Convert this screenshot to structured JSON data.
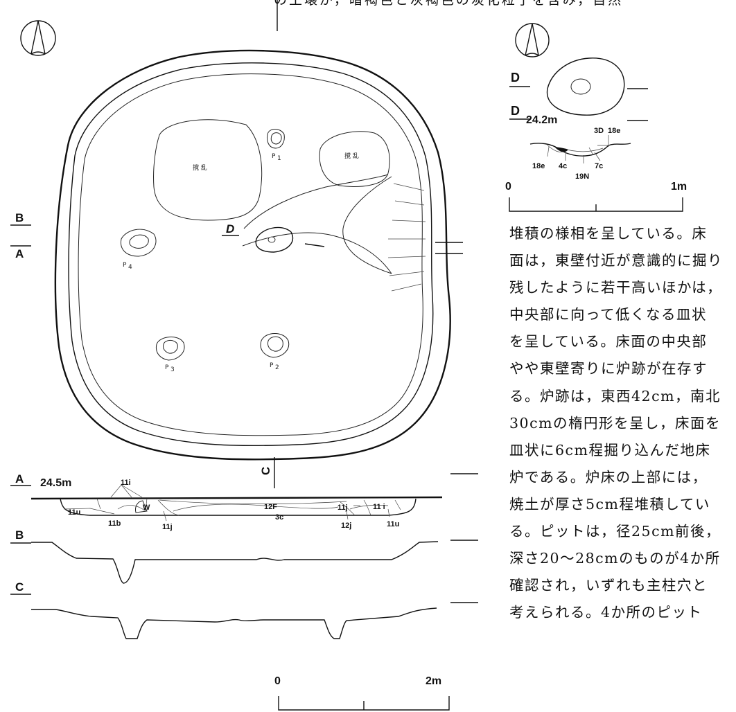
{
  "page_header_fragment": "の土壌が，暗褐色と灰褐色の炭化粒子を含み，自然",
  "plan": {
    "disturbance_labels": [
      "撹 乱",
      "撹 乱"
    ],
    "pit_labels": [
      "P",
      "1",
      "P",
      "2",
      "P",
      "3",
      "P",
      "4"
    ],
    "section_markers": [
      "B",
      "A",
      "C",
      "D"
    ]
  },
  "sections": {
    "elevation": "24.5m",
    "profile_letters": [
      "A",
      "B",
      "C"
    ],
    "layer_labels": [
      "11i",
      "11u",
      "W",
      "11b",
      "11j",
      "12F",
      "3c",
      "11j",
      "11 i",
      "12j",
      "11u"
    ]
  },
  "hearth": {
    "letters": [
      "D",
      "D"
    ],
    "elevation": "24.2m",
    "layer_labels": [
      "3D",
      "18e",
      "18e",
      "4c",
      "19N",
      "7c"
    ]
  },
  "scales": {
    "large": {
      "start": "0",
      "end": "2m"
    },
    "small": {
      "start": "0",
      "end": "1m"
    }
  },
  "body_text_lines": [
    "堆積の様相を呈している。床",
    "面は，東壁付近が意識的に掘り",
    "残したように若干高いほかは，",
    "中央部に向って低くなる皿状",
    "を呈している。床面の中央部",
    "やや東壁寄りに炉跡が在存す",
    "る。炉跡は，東西42cm，南北",
    "30cmの楕円形を呈し，床面を",
    "皿状に6cm程掘り込んだ地床",
    "炉である。炉床の上部には，",
    "焼土が厚さ5cm程堆積してい",
    "る。ピットは，径25cm前後，",
    "深さ20〜28cmのものが4か所",
    "確認され，いずれも主柱穴と",
    "考えられる。4か所のピット"
  ]
}
